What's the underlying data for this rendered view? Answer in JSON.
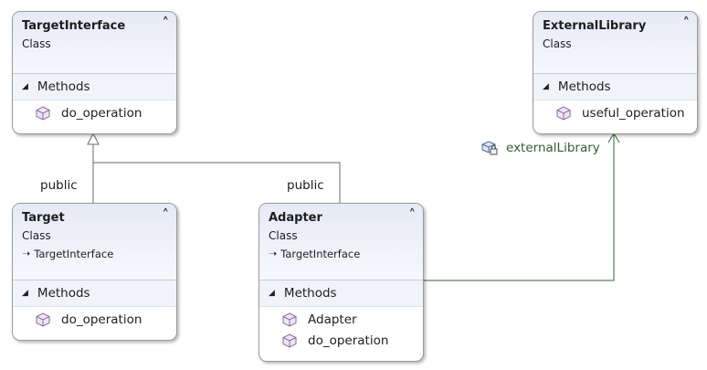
{
  "classes": {
    "target_interface": {
      "name": "TargetInterface",
      "stereotype": "Class",
      "section": "Methods",
      "methods": [
        "do_operation"
      ]
    },
    "external_library": {
      "name": "ExternalLibrary",
      "stereotype": "Class",
      "section": "Methods",
      "methods": [
        "useful_operation"
      ]
    },
    "target": {
      "name": "Target",
      "stereotype": "Class",
      "inherits": "TargetInterface",
      "section": "Methods",
      "methods": [
        "do_operation"
      ]
    },
    "adapter": {
      "name": "Adapter",
      "stereotype": "Class",
      "inherits": "TargetInterface",
      "section": "Methods",
      "methods": [
        "Adapter",
        "do_operation"
      ]
    }
  },
  "connectors": {
    "target_inheritance_label": "public",
    "adapter_inheritance_label": "public",
    "association_label": "externalLibrary",
    "association_icon": "field-lock-icon",
    "colors": {
      "inheritance_line": "#6b6b6b",
      "association_line": "#2f6a2f"
    }
  },
  "icons": {
    "collapse": "double-chevron-up-icon",
    "section_toggle": "triangle-expanded-icon",
    "method": "method-cube-icon",
    "inherits": "inherits-arrow-icon"
  }
}
